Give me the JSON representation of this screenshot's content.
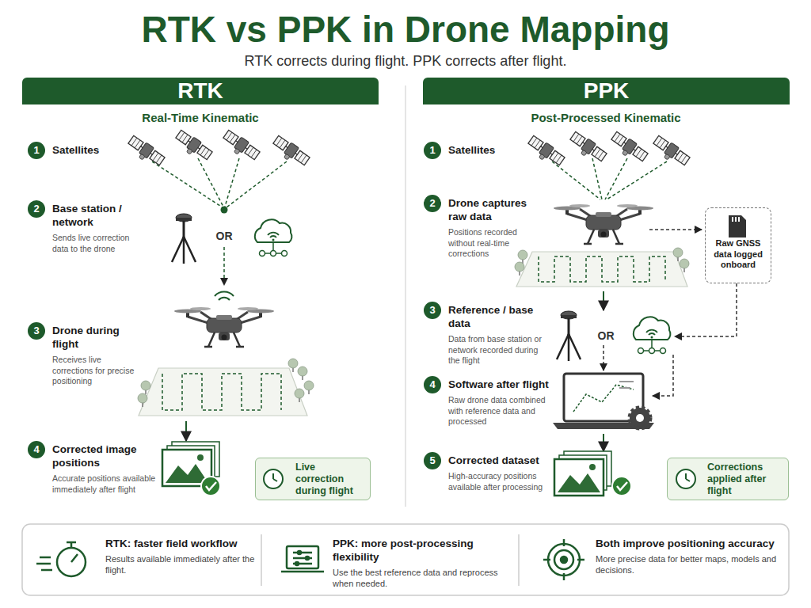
{
  "diagram": {
    "title": "RTK vs PPK in Drone Mapping",
    "caption": "RTK corrects during flight. PPK corrects after flight.",
    "nodes": [
      {
        "text": [
          "RTK"
        ]
      },
      {
        "text": [
          "1",
          "Satellites"
        ]
      },
      {
        "text": [
          "2",
          "Base station / network",
          "Sends live correction data to the drone"
        ]
      },
      {
        "text": [
          "3",
          "Drone during flight",
          "Receives live corrections for precise positioning"
        ]
      },
      {
        "text": [
          "4",
          "Corrected image positions",
          "Accurate positions available immediately after flight"
        ]
      },
      {
        "text": [
          "Live correction during flight"
        ]
      },
      {
        "text": [
          "PPK"
        ]
      },
      {
        "text": [
          "1",
          "Satellites"
        ]
      },
      {
        "text": [
          "2",
          "Drone captures raw data",
          "Positions recorded without real-time corrections"
        ]
      },
      {
        "text": [
          "Raw GNSS data logged onboard"
        ]
      },
      {
        "text": [
          "3",
          "Reference / base data",
          "Data from base station or network recorded during the flight"
        ]
      },
      {
        "text": [
          "4",
          "Software after flight",
          "Raw drone data combined with reference data and processed"
        ]
      },
      {
        "text": [
          "5",
          "Corrected dataset",
          "High-accuracy positions available after processing"
        ]
      },
      {
        "text": [
          "Corrections applied after flight"
        ]
      },
      {
        "text": [
          "RTK: faster field workflow",
          "Results available immediately after the flight."
        ]
      },
      {
        "text": [
          "PPK: more post-processing flexibility",
          "Use the best reference data and reprocess when needed."
        ]
      },
      {
        "text": [
          "Both improve positioning accuracy",
          "More precise data for better maps, models and decisions."
        ]
      }
    ],
    "labels": [
      "Real-Time Kinematic",
      "Post-Processed Kinematic",
      "OR",
      "OR"
    ]
  }
}
